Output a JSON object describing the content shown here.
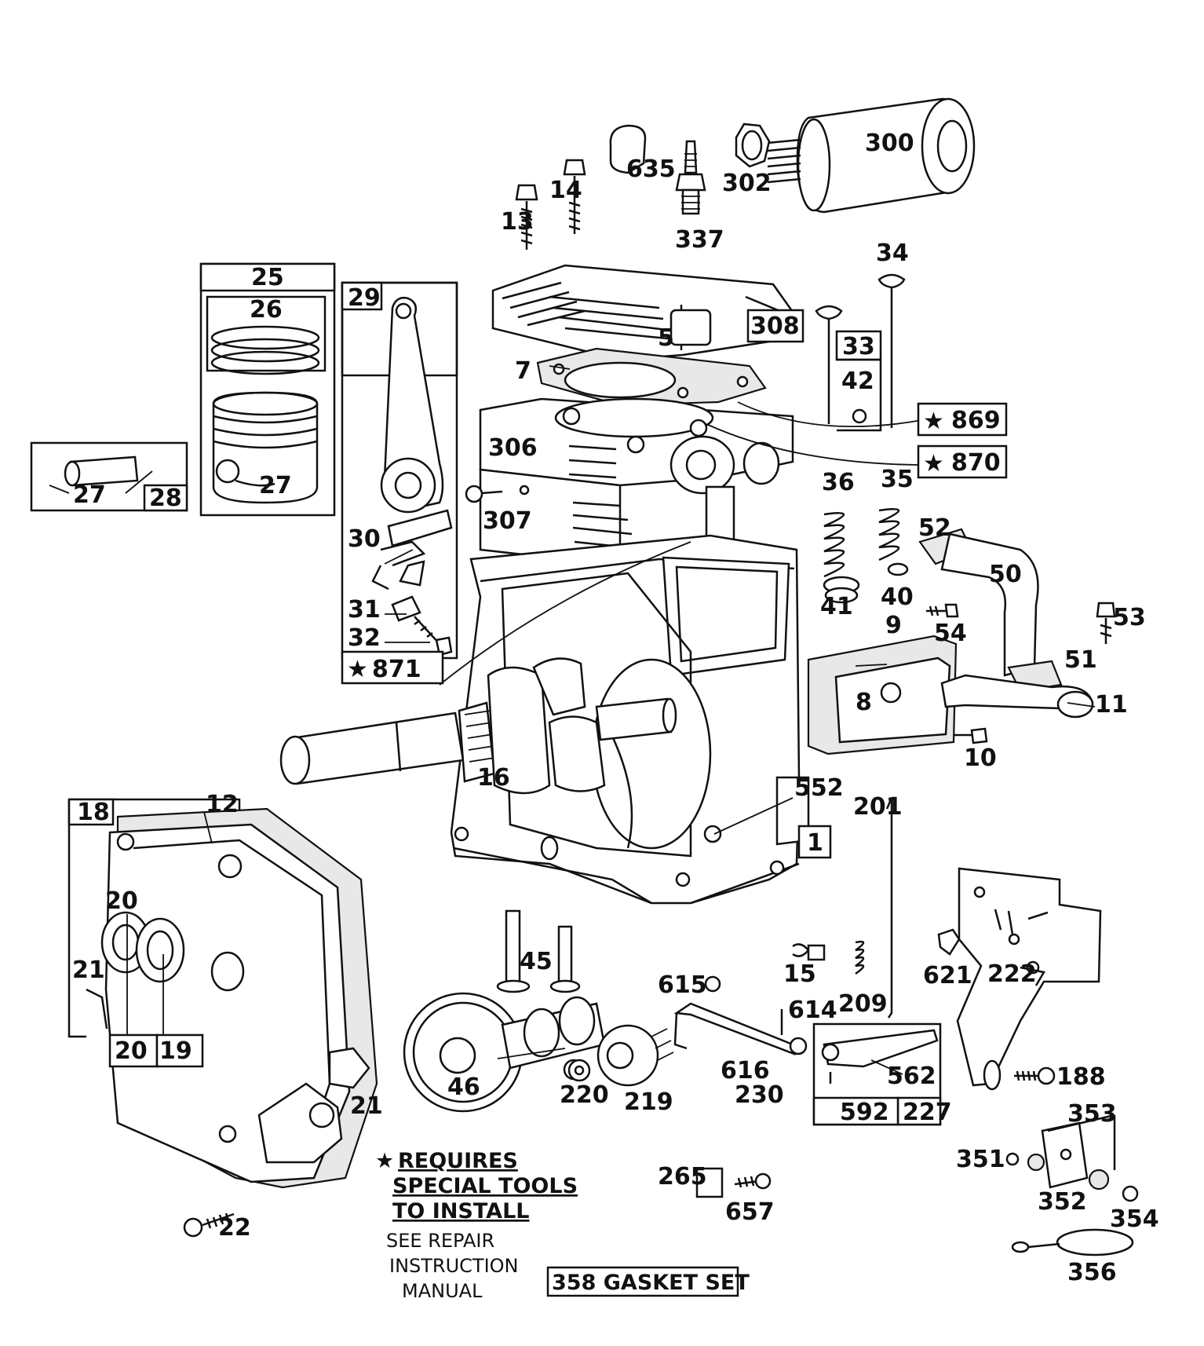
{
  "parts": {
    "p1": "1",
    "p5": "5",
    "p7": "7",
    "p8": "8",
    "p9": "9",
    "p10": "10",
    "p11": "11",
    "p12": "12",
    "p13": "13",
    "p14": "14",
    "p15": "15",
    "p16": "16",
    "p18": "18",
    "p19": "19",
    "p20a": "20",
    "p20b": "20",
    "p21a": "21",
    "p21b": "21",
    "p22": "22",
    "p25": "25",
    "p26": "26",
    "p27a": "27",
    "p27b": "27",
    "p28": "28",
    "p29": "29",
    "p30": "30",
    "p31": "31",
    "p32": "32",
    "p33": "33",
    "p34": "34",
    "p35": "35",
    "p36": "36",
    "p40": "40",
    "p41": "41",
    "p42": "42",
    "p45": "45",
    "p46": "46",
    "p50": "50",
    "p51": "51",
    "p52": "52",
    "p53": "53",
    "p54": "54",
    "p188": "188",
    "p201": "201",
    "p209": "209",
    "p219": "219",
    "p220": "220",
    "p222": "222",
    "p227": "227",
    "p230": "230",
    "p265": "265",
    "p300": "300",
    "p302": "302",
    "p306": "306",
    "p307": "307",
    "p308": "308",
    "p337": "337",
    "p351": "351",
    "p352": "352",
    "p353": "353",
    "p354": "354",
    "p356": "356",
    "p552": "552",
    "p562": "562",
    "p592": "592",
    "p614": "614",
    "p615": "615",
    "p616": "616",
    "p621": "621",
    "p635": "635",
    "p657": "657",
    "p869": "869",
    "p870": "870",
    "p871": "871"
  },
  "notes": {
    "star": "★",
    "requires_1": "REQUIRES",
    "requires_2": "SPECIAL TOOLS",
    "requires_3": "TO INSTALL",
    "see_1": "SEE REPAIR",
    "see_2": "INSTRUCTION",
    "see_3": "MANUAL",
    "gasket_set": "358 GASKET SET"
  }
}
